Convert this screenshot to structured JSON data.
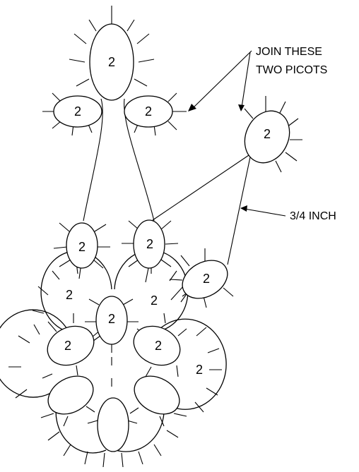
{
  "ring_label": "2",
  "annotations": {
    "join_line1": "JOIN THESE",
    "join_line2": "TWO PICOTS",
    "measure": "3/4 INCH"
  },
  "colors": {
    "ink": "#000000",
    "paper": "#ffffff"
  }
}
